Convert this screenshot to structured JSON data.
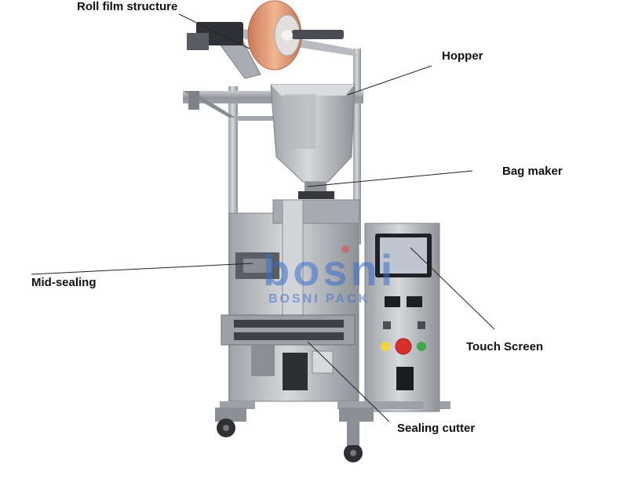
{
  "labels": {
    "roll_film": "Roll film structure",
    "hopper": "Hopper",
    "bag_maker": "Bag maker",
    "mid_sealing": "Mid-sealing",
    "touch_screen": "Touch Screen",
    "sealing_cutter": "Sealing cutter"
  },
  "watermark": {
    "logo_text": "bosni",
    "brand_text": "BOSNI PACK"
  },
  "colors": {
    "steel_light": "#c9cbcf",
    "steel_dark": "#8d9096",
    "film_roll": "#e7a27d",
    "watermark_blue": "#3a6fd0",
    "watermark_red": "#e5484d",
    "leader_line": "#222222"
  }
}
